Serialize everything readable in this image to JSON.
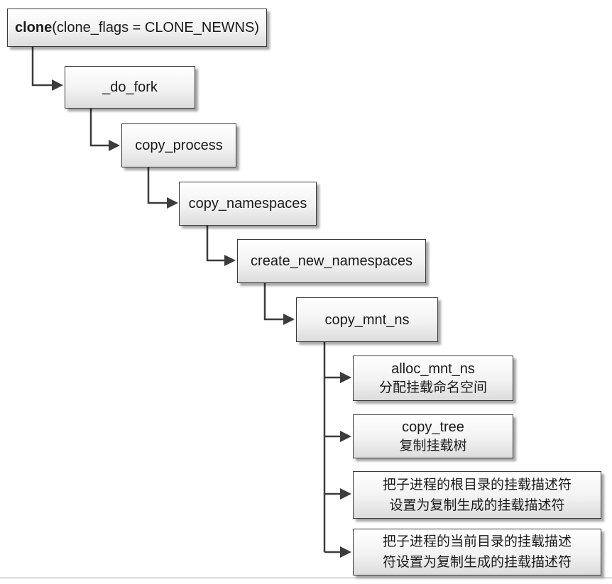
{
  "nodes": [
    {
      "id": "clone",
      "name_bold": "clone",
      "name_rest": "(clone_flags = CLONE_NEWNS)"
    },
    {
      "id": "do-fork",
      "label": "_do_fork"
    },
    {
      "id": "copy-process",
      "label": "copy_process"
    },
    {
      "id": "copy-namespaces",
      "label": "copy_namespaces"
    },
    {
      "id": "create-new-namespaces",
      "label": "create_new_namespaces"
    },
    {
      "id": "copy-mnt-ns",
      "label": "copy_mnt_ns"
    },
    {
      "id": "alloc-mnt-ns",
      "label": "alloc_mnt_ns",
      "desc": "分配挂载命名空间"
    },
    {
      "id": "copy-tree",
      "label": "copy_tree",
      "desc": "复制挂载树"
    },
    {
      "id": "set-root",
      "line1": "把子进程的根目录的挂载描述符",
      "line2": "设置为复制生成的挂载描述符"
    },
    {
      "id": "set-cwd",
      "line1": "把子进程的当前目录的挂载描述",
      "line2": "符设置为复制生成的挂载描述符"
    }
  ],
  "colors": {
    "border": "#3a3a3a",
    "edge": "#3c3c3c",
    "box_top": "#ffffff",
    "box_bottom": "#dcdcdc"
  }
}
